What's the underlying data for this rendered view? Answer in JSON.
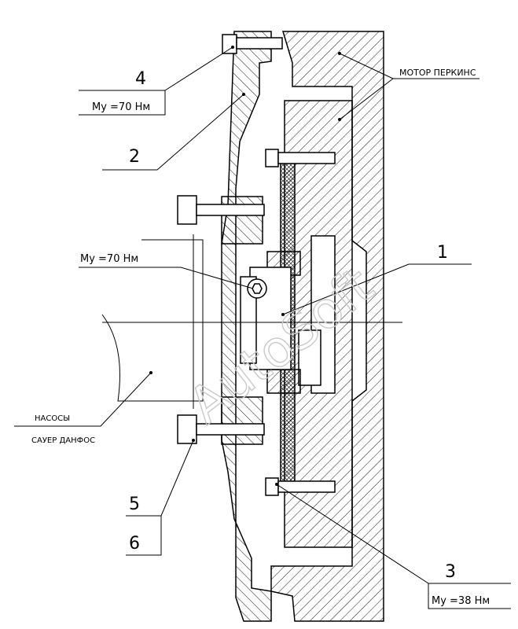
{
  "callouts": {
    "c1": "1",
    "c2": "2",
    "c3": "3",
    "c4": "4",
    "c5": "5",
    "c6": "6"
  },
  "torque": {
    "t_top": "Mу =70 Нм",
    "t_mid": "Mу =70 Нм",
    "t_bottom": "Mу =38 Нм"
  },
  "labels": {
    "motor": "МОТОР ПЕРКИНС",
    "pumps_line1": "НАСОСЫ",
    "pumps_line2": "САУЕР ДАНФОС"
  },
  "watermark": "AutoSoft"
}
